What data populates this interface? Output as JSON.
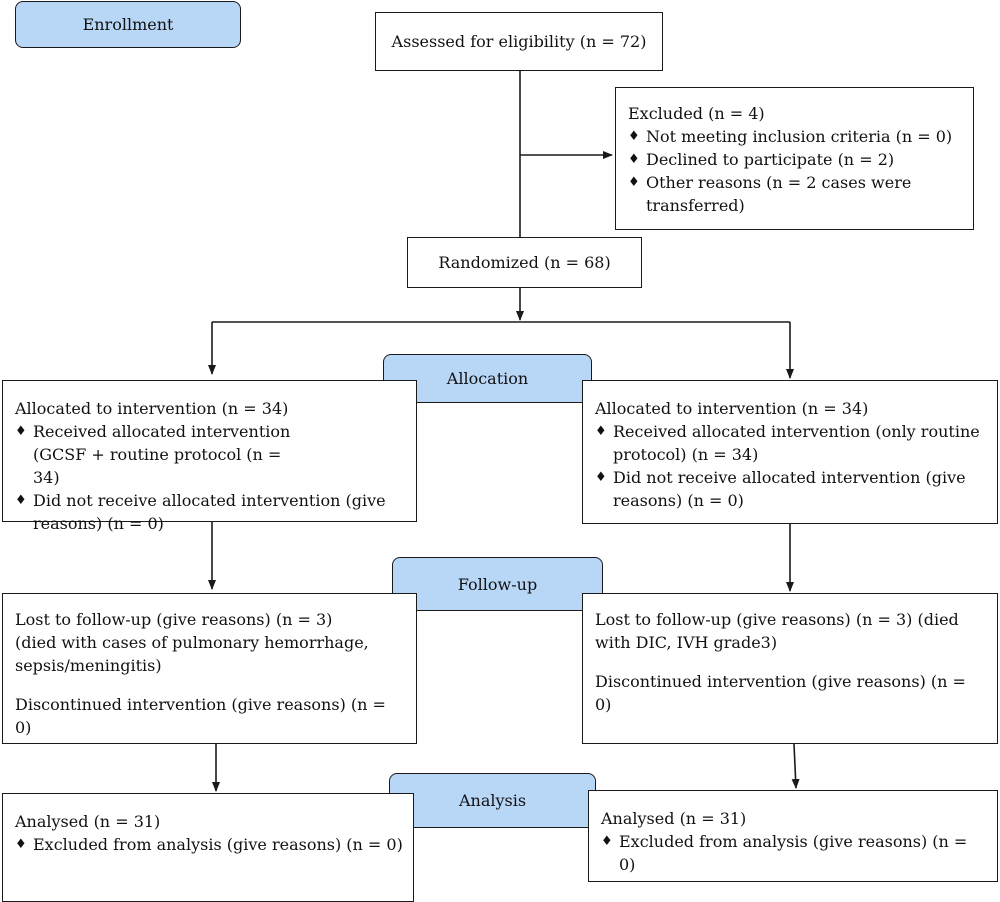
{
  "stages": {
    "enrollment": "Enrollment",
    "allocation": "Allocation",
    "follow_up": "Follow-up",
    "analysis": "Analysis"
  },
  "enrollment": {
    "assessed": "Assessed for eligibility (n = 72)",
    "excluded": {
      "title": "Excluded (n = 4)",
      "items": [
        "Not meeting inclusion criteria (n = 0)",
        "Declined to participate (n = 2)",
        "Other reasons (n = 2 cases were transferred)"
      ]
    },
    "randomized": "Randomized (n = 68)"
  },
  "allocation": {
    "left": {
      "title": "Allocated to intervention (n = 34)",
      "items": [
        "Received allocated intervention (GCSF + routine protocol (n = 34)",
        "Did not receive allocated intervention (give reasons) (n = 0)"
      ]
    },
    "right": {
      "title": "Allocated to intervention (n = 34)",
      "items": [
        "Received allocated intervention (only routine protocol) (n = 34)",
        "Did not receive allocated intervention (give reasons) (n = 0)"
      ]
    }
  },
  "follow_up": {
    "left": {
      "lost": "Lost to follow-up (give reasons) (n = 3) (died with cases of pulmonary hemorrhage, sepsis/meningitis)",
      "discontinued": "Discontinued intervention (give reasons) (n = 0)"
    },
    "right": {
      "lost": "Lost to follow-up (give reasons) (n = 3) (died with DIC, IVH grade3)",
      "discontinued": "Discontinued intervention (give reasons) (n = 0)"
    }
  },
  "analysis": {
    "left": {
      "title": "Analysed (n = 31)",
      "items": [
        "Excluded from analysis (give reasons) (n = 0)"
      ]
    },
    "right": {
      "title": "Analysed (n = 31)",
      "items": [
        "Excluded from analysis (give reasons) (n = 0)"
      ]
    }
  },
  "bullet_symbol": "♦"
}
